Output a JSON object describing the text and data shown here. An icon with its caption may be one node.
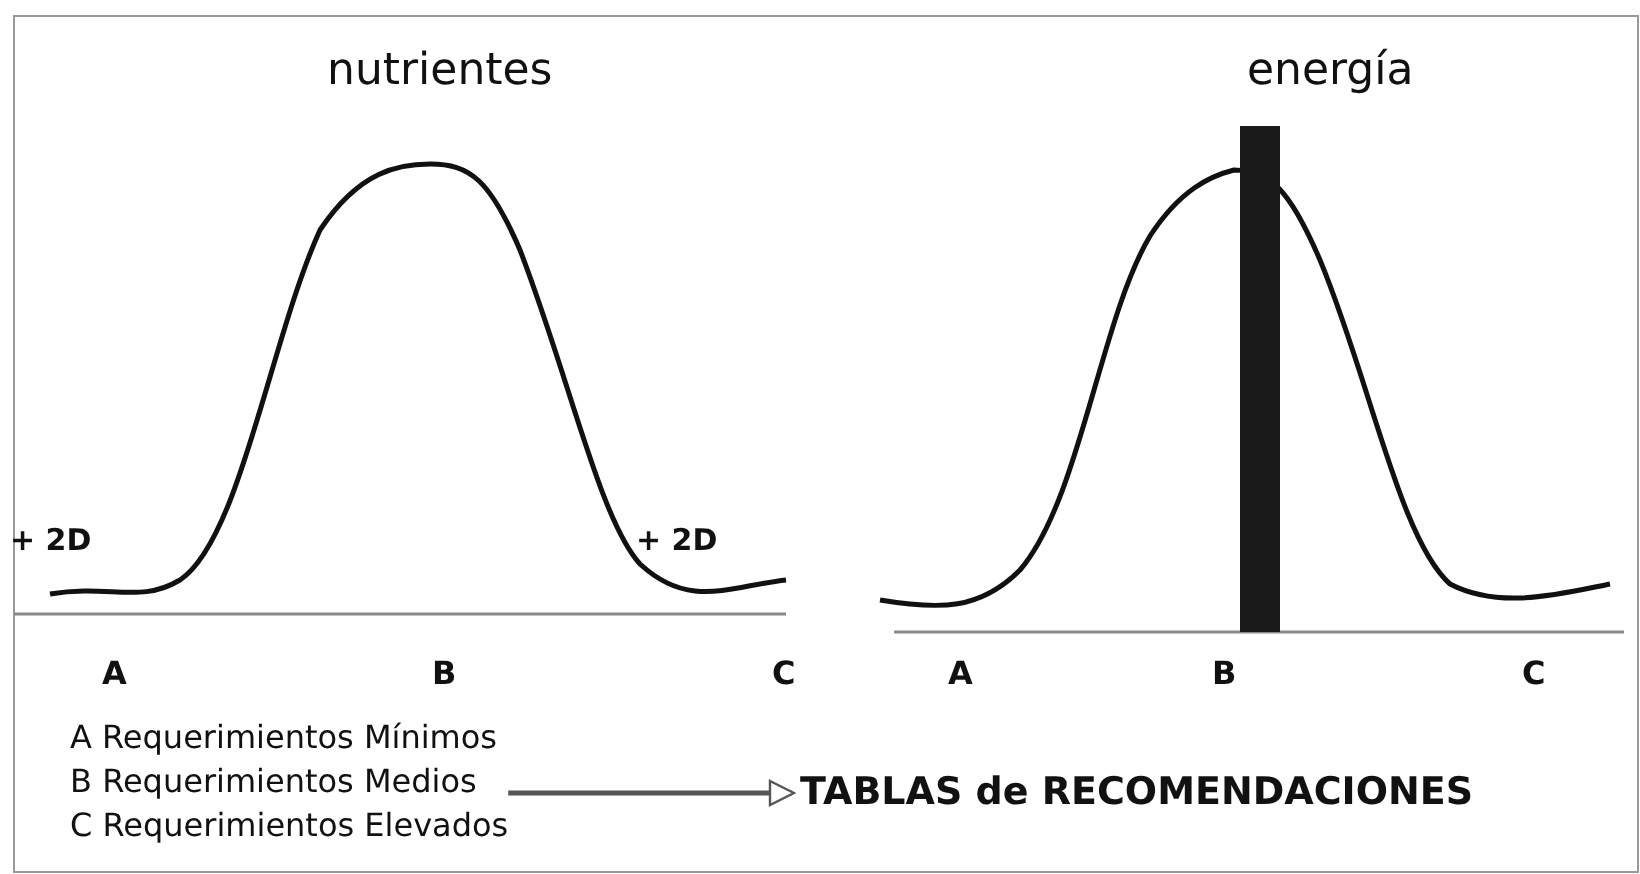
{
  "diagram": {
    "nodes": [
      {
        "text": [
          "A Requerimientos Mínimos",
          "B Requerimientos Medios",
          "C Requerimientos Elevados"
        ]
      },
      {
        "text": [
          "TABLAS de RECOMENDACIONES"
        ]
      }
    ],
    "edges": [
      {
        "from": 0,
        "to": 1,
        "arrow": "to"
      }
    ],
    "labels": [
      "nutrientes",
      "energía",
      "+ 2D",
      "+ 2D",
      "A",
      "B",
      "C",
      "A",
      "B",
      "C"
    ]
  }
}
